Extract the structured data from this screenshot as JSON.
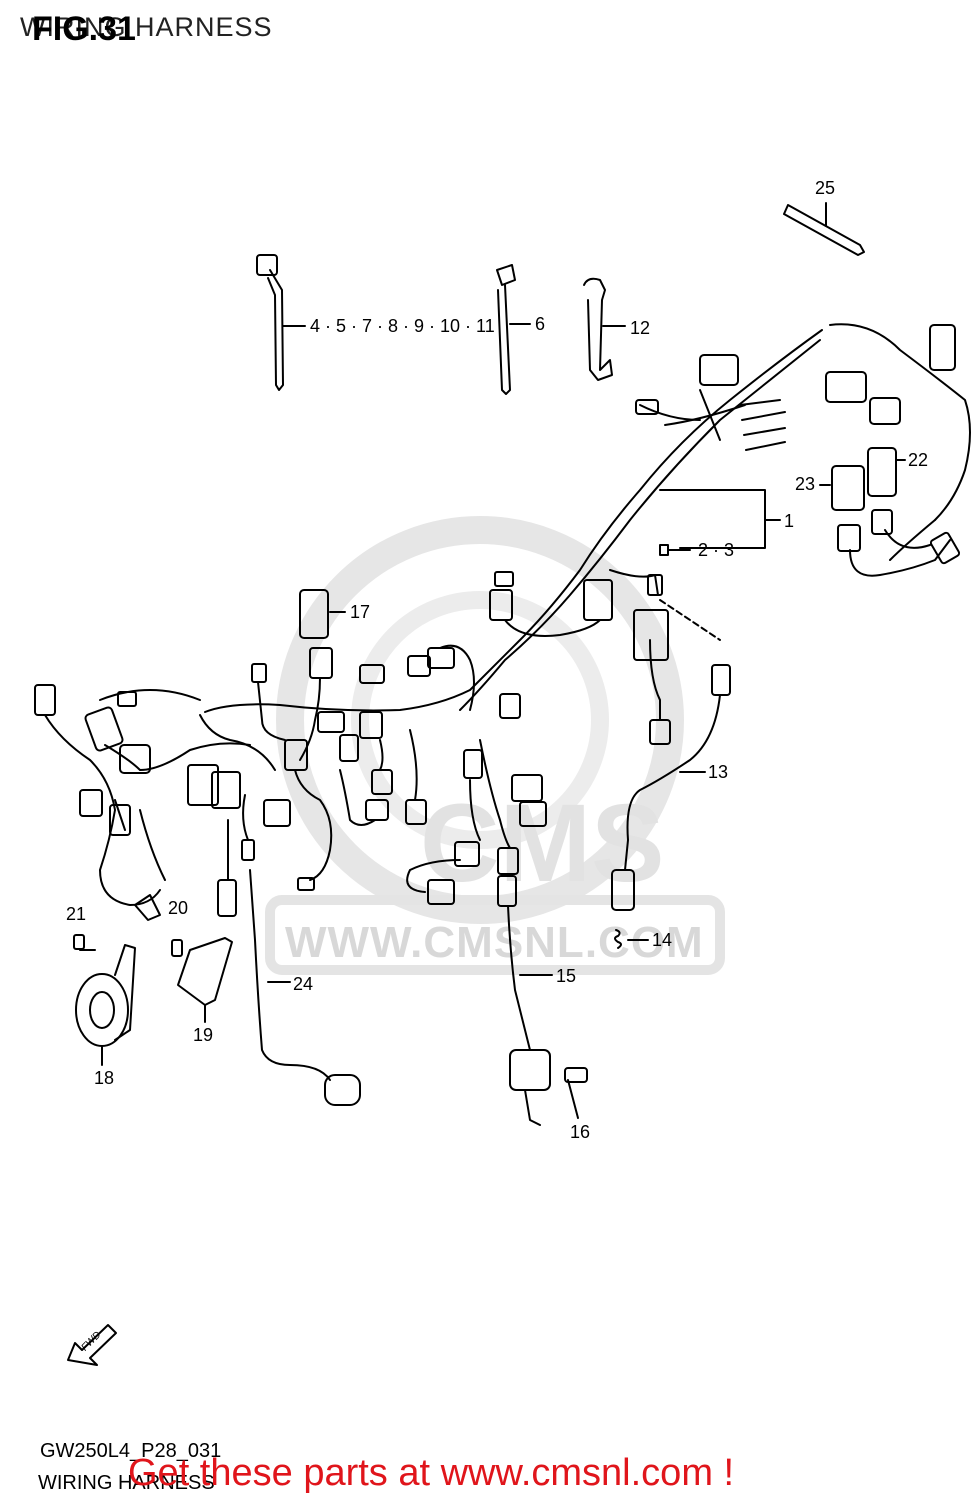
{
  "header": {
    "title": "WIRING HARNESS",
    "fig_label": "FIG.31"
  },
  "watermark": {
    "brand": "CMS",
    "url_text": "WWW.CMSNL.COM"
  },
  "callouts": {
    "c1": "1",
    "c2_3": "2 · 3",
    "c4_11": "4 · 5 · 7 · 8 · 9 · 10 · 11",
    "c6": "6",
    "c12": "12",
    "c13": "13",
    "c14": "14",
    "c15": "15",
    "c16": "16",
    "c17": "17",
    "c18": "18",
    "c19": "19",
    "c20": "20",
    "c21": "21",
    "c22": "22",
    "c23": "23",
    "c24": "24",
    "c25": "25"
  },
  "fwd_label": "FWD",
  "footer": {
    "code": "GW250L4_P28_031",
    "subtitle": "WIRING HARNESS",
    "cta": "Get these parts at www.cmsnl.com !"
  },
  "colors": {
    "line": "#000000",
    "cta": "#e0151b",
    "watermark": "#d8d8d8"
  }
}
